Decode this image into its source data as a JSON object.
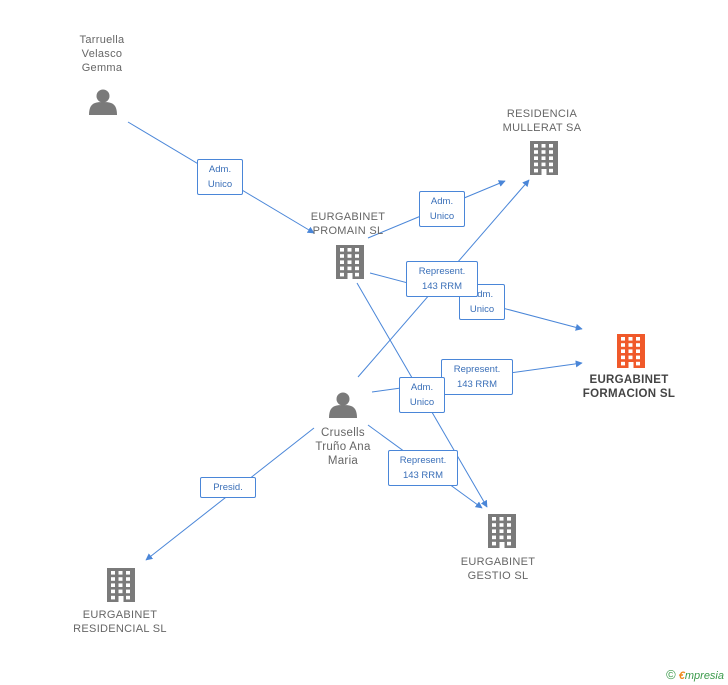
{
  "nodes": {
    "tarruella": {
      "name": "Tarruella\nVelasco\nGemma",
      "type": "person"
    },
    "crusells": {
      "name": "Crusells\nTruño Ana\nMaria",
      "type": "person"
    },
    "promain": {
      "name": "EURGABINET\nPROMAIN SL",
      "type": "company"
    },
    "mullerat": {
      "name": "RESIDENCIA\nMULLERAT SA",
      "type": "company"
    },
    "formacion": {
      "name": "EURGABINET\nFORMACION SL",
      "type": "company-focus"
    },
    "gestio": {
      "name": "EURGABINET\nGESTIO SL",
      "type": "company"
    },
    "residencial": {
      "name": "EURGABINET\nRESIDENCIAL SL",
      "type": "company"
    }
  },
  "edges": [
    {
      "id": "e1",
      "label": "Adm.\nUnico"
    },
    {
      "id": "e2",
      "label": "Adm.\nUnico"
    },
    {
      "id": "e3",
      "label": "Adm.\nUnico"
    },
    {
      "id": "e4",
      "label": "Represent.\n143 RRM"
    },
    {
      "id": "e5",
      "label": "Represent.\n143 RRM"
    },
    {
      "id": "e6",
      "label": "Adm.\nUnico"
    },
    {
      "id": "e7",
      "label": "Represent.\n143 RRM"
    },
    {
      "id": "e8",
      "label": "Presid."
    }
  ],
  "colors": {
    "edge": "#4a86d8",
    "icon": "#7a7a7a",
    "focus": "#f0592a"
  },
  "watermark": {
    "copyright": "©",
    "brand_first": "€",
    "brand_rest": "mpresia"
  }
}
